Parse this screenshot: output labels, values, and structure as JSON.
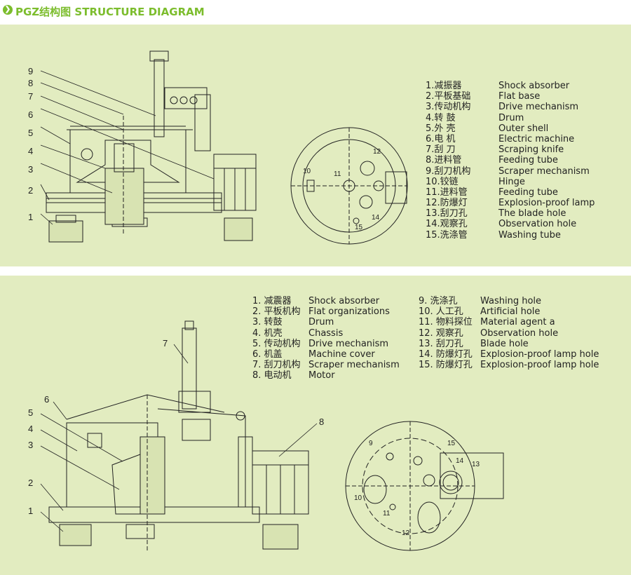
{
  "header": {
    "title": "PGZ结构图 STRUCTURE DIAGRAM"
  },
  "diagram1": {
    "side_labels": [
      "9",
      "8",
      "7",
      "6",
      "5",
      "4",
      "3",
      "2",
      "1"
    ],
    "top_labels": [
      "10",
      "11",
      "12",
      "14",
      "15"
    ],
    "legend": [
      {
        "cn": "1.减振器",
        "en": "Shock absorber"
      },
      {
        "cn": "2.平板基础",
        "en": "Flat base"
      },
      {
        "cn": "3.传动机构",
        "en": "Drive mechanism"
      },
      {
        "cn": "4.转 鼓",
        "en": "Drum"
      },
      {
        "cn": "5.外 壳",
        "en": "Outer shell"
      },
      {
        "cn": "6.电 机",
        "en": "Electric machine"
      },
      {
        "cn": "7.刮 刀",
        "en": "Scraping knife"
      },
      {
        "cn": "8.进料管",
        "en": "Feeding tube"
      },
      {
        "cn": "9.刮刀机构",
        "en": "Scraper mechanism"
      },
      {
        "cn": "10.铰链",
        "en": "Hinge"
      },
      {
        "cn": "11.进料管",
        "en": "Feeding tube"
      },
      {
        "cn": "12.防爆灯",
        "en": "Explosion-proof lamp"
      },
      {
        "cn": "13.刮刀孔",
        "en": "The blade hole"
      },
      {
        "cn": "14.观察孔",
        "en": "Observation hole"
      },
      {
        "cn": "15.洗涤管",
        "en": "Washing tube"
      }
    ]
  },
  "diagram2": {
    "side_labels": [
      "7",
      "6",
      "5",
      "4",
      "3",
      "2",
      "1",
      "8"
    ],
    "top_labels": [
      "9",
      "15",
      "14",
      "13",
      "10",
      "11",
      "12"
    ],
    "legend_left": [
      {
        "cn": "1. 减震器",
        "en": "Shock absorber"
      },
      {
        "cn": "2. 平板机构",
        "en": "Flat organizations"
      },
      {
        "cn": "3. 转鼓",
        "en": "Drum"
      },
      {
        "cn": "4. 机壳",
        "en": "Chassis"
      },
      {
        "cn": "5. 传动机构",
        "en": "Drive mechanism"
      },
      {
        "cn": "6. 机盖",
        "en": "Machine cover"
      },
      {
        "cn": "7. 刮刀机构",
        "en": "Scraper mechanism"
      },
      {
        "cn": "8. 电动机",
        "en": "Motor"
      }
    ],
    "legend_right": [
      {
        "cn": "9. 洗涤孔",
        "en": "Washing hole"
      },
      {
        "cn": "10. 人工孔",
        "en": "Artificial hole"
      },
      {
        "cn": "11. 物料探位",
        "en": "Material agent a"
      },
      {
        "cn": "12. 观察孔",
        "en": "Observation hole"
      },
      {
        "cn": "13. 刮刀孔",
        "en": "Blade hole"
      },
      {
        "cn": "14. 防爆灯孔",
        "en": "Explosion-proof lamp hole"
      },
      {
        "cn": "15. 防爆灯孔",
        "en": "Explosion-proof lamp hole"
      }
    ]
  },
  "colors": {
    "accent": "#7cbd2d",
    "panel_bg": "#e2ecc0",
    "line": "#222222"
  }
}
